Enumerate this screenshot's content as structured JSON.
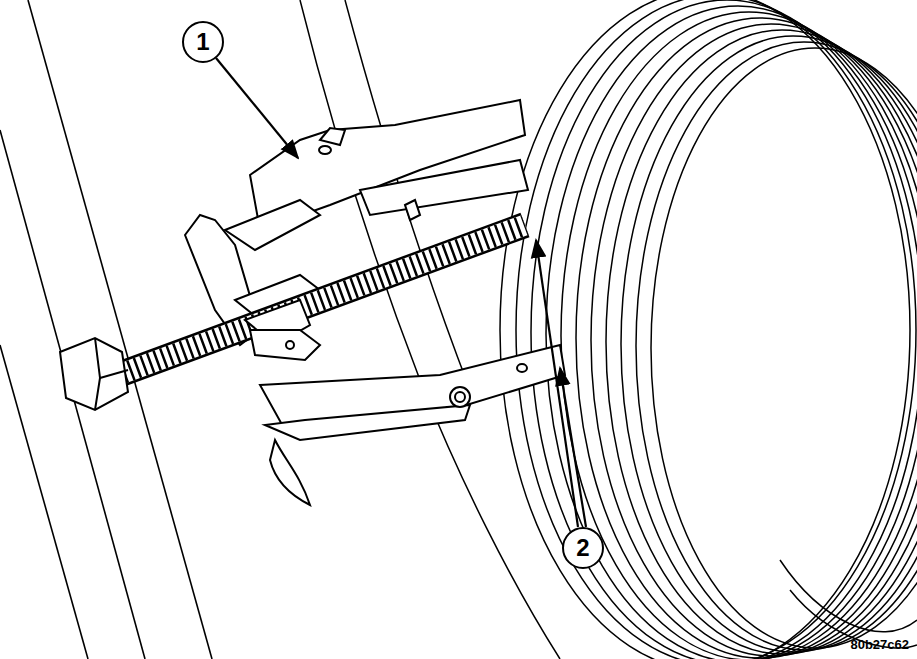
{
  "diagram": {
    "labels": [
      "1",
      "2",
      "80b27c62"
    ]
  }
}
